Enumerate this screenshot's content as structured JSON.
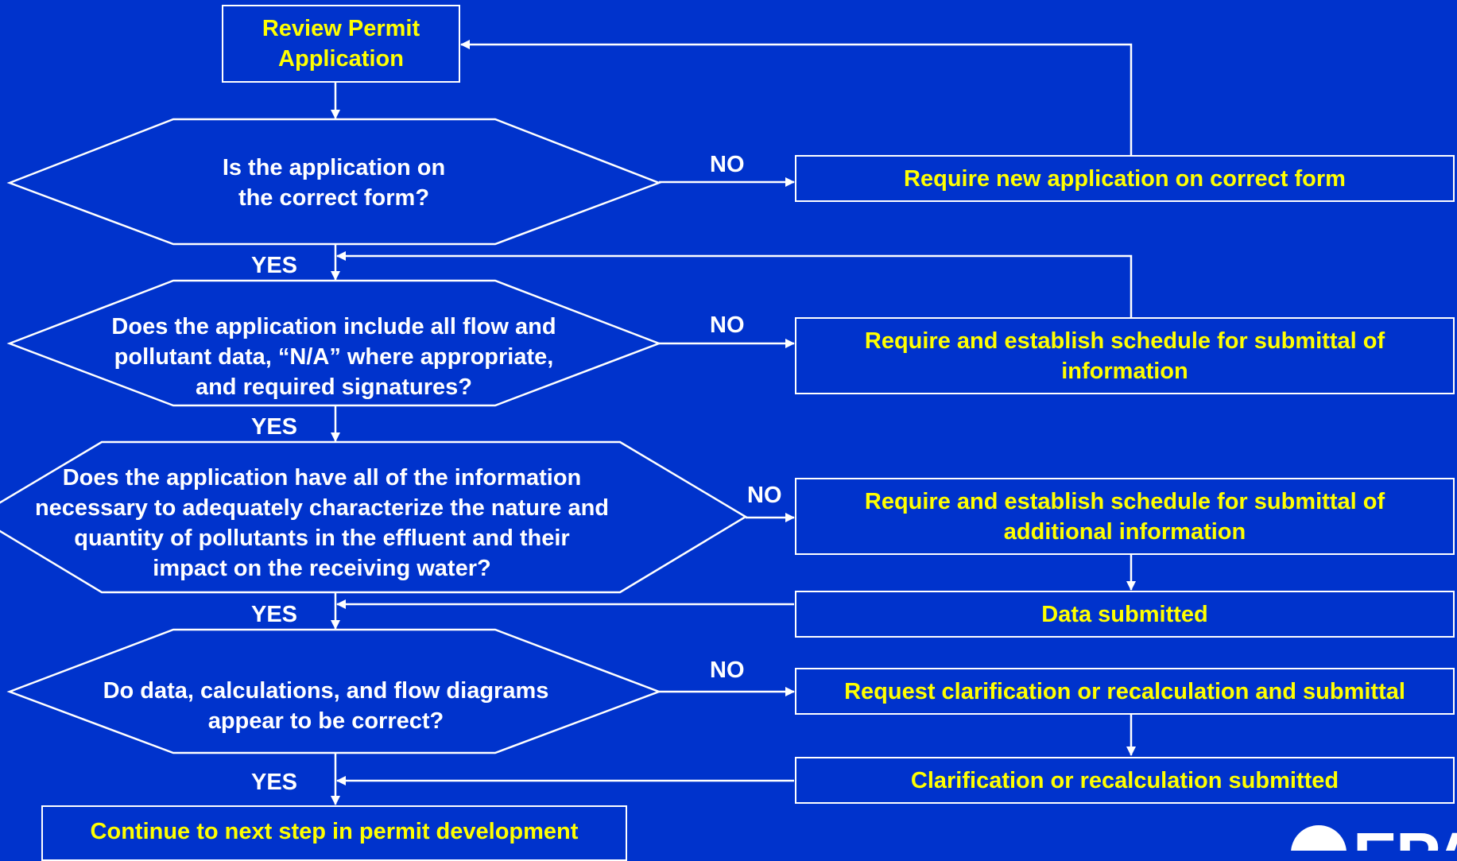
{
  "colors": {
    "background": "#0033CC",
    "box_text": "#FFFF00",
    "question_text": "#FFFFFF",
    "lines": "#FFFFFF"
  },
  "start": "Review Permit\nApplication",
  "questions": [
    "Is the application on\nthe correct form?",
    "Does the application include all flow and\npollutant data, “N/A” where appropriate,\nand required signatures?",
    "Does the application have all of the information\nnecessary to adequately characterize the nature and\nquantity of pollutants in the effluent and their\nimpact on the receiving water?",
    "Do data, calculations, and flow diagrams\nappear to be correct?"
  ],
  "actions": [
    "Require new application on correct form",
    "Require and establish schedule for submittal of\ninformation",
    "Require and establish schedule for submittal of\nadditional information",
    "Data submitted",
    "Request clarification or recalculation and submittal",
    "Clarification or recalculation submitted"
  ],
  "end": "Continue to next step in permit development",
  "labels": {
    "no": "NO",
    "yes": "YES"
  },
  "logo": {
    "text": "EPA",
    "icon": "epa-flower-icon"
  }
}
